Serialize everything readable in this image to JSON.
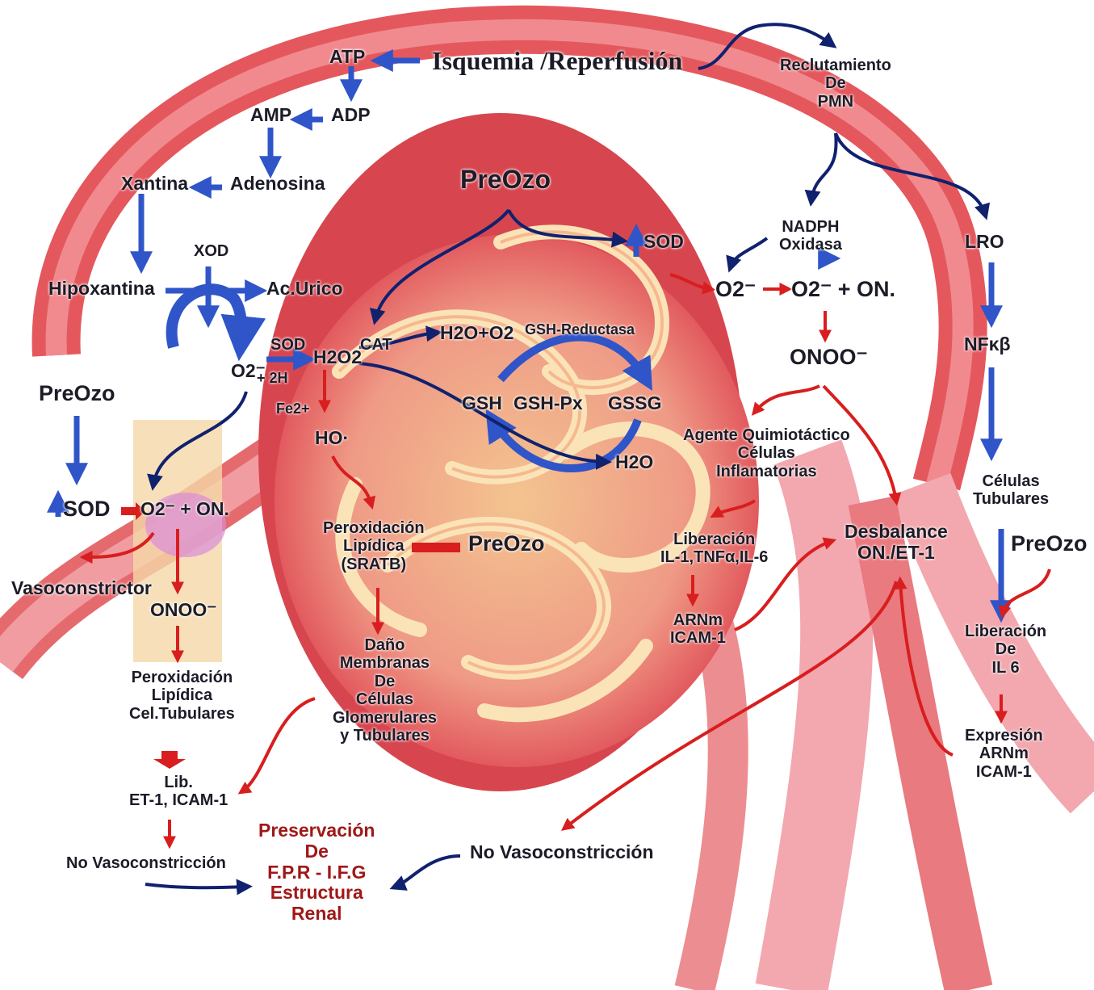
{
  "labels": {
    "atp": "ATP",
    "isquemia": "Isquemia /Reperfusión",
    "adp": "ADP",
    "amp": "AMP",
    "adenosina": "Adenosina",
    "xantina": "Xantina",
    "xod": "XOD",
    "hipoxantina": "Hipoxantina",
    "ac_urico": "Ac.Urico",
    "o2_left": "O2⁻",
    "plus2h": "+ 2H",
    "sod_mid": "SOD",
    "h2o2": "H2O2",
    "cat": "CAT",
    "h2o_o2": "H2O+O2",
    "gsh_reductasa": "GSH-Reductasa",
    "gsh": "GSH",
    "gsh_px": "GSH-Px",
    "gssg": "GSSG",
    "h2o": "H2O",
    "fe": "Fe2+",
    "ho": "HO·",
    "preozo_top": "PreOzo",
    "preozo_left": "PreOzo",
    "preozo_mid": "PreOzo",
    "preozo_right": "PreOzo",
    "sod_top": "SOD",
    "sod_left": "SOD",
    "o2_on_left": "O2⁻ + ON.",
    "vasoconstrictor": "Vasoconstrictor",
    "onoo_left": "ONOO⁻",
    "perox_left": "Peroxidación\nLipídica\nCel.Tubulares",
    "lib_left": "Lib.\nET-1, ICAM-1",
    "no_vaso_left": "No Vasoconstricción",
    "perox_mid": "Peroxidación\nLipídica\n(SRATB)",
    "dano": "Daño\nMembranas\nDe\nCélulas\nGlomerulares\ny Tubulares",
    "preservacion": "Preservación\nDe\nF.P.R - I.F.G\nEstructura\nRenal",
    "no_vaso_mid": "No Vasoconstricción",
    "reclutamiento": "Reclutamiento\nDe\nPMN",
    "nadph": "NADPH\nOxidasa",
    "lro": "LRO",
    "o2_right": "O2⁻",
    "o2_on_right": "O2⁻ + ON.",
    "onoo_right": "ONOO⁻",
    "nfkb": "NFκβ",
    "agente": "Agente Quimiotáctico\nCélulas\nInflamatorias",
    "liberacion_il": "Liberación\nIL-1,TNFα,IL-6",
    "arnm_icam": "ARNm\nICAM-1",
    "desbalance": "Desbalance\nON./ET-1",
    "celulas_tub": "Células\nTubulares",
    "liberacion_il6": "Liberación\nDe\nIL 6",
    "expresion": "Expresión\nARNm\nICAM-1"
  },
  "colors": {
    "blue_arrow": "#2f55c8",
    "navy_arrow": "#10216e",
    "red_arrow": "#d81e1e",
    "vessel": "#e8585e",
    "tissue": "#f3c48f",
    "pink": "#f2b8bf"
  }
}
